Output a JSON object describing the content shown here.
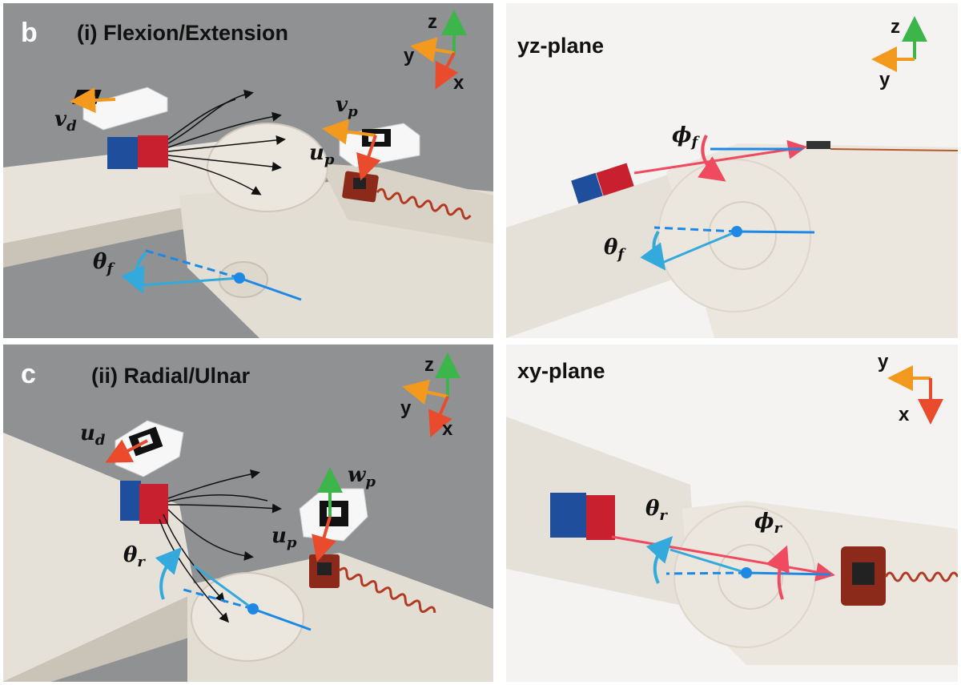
{
  "panel_b": {
    "letter": "b",
    "title": "(i) Flexion/Extension",
    "axes": {
      "z": "z",
      "y": "y",
      "x": "x"
    },
    "labels": {
      "v_d": {
        "sym": "v",
        "sub": "d"
      },
      "v_p": {
        "sym": "v",
        "sub": "p"
      },
      "u_p": {
        "sym": "u",
        "sub": "p"
      },
      "theta_f": {
        "sym": "θ",
        "sub": "f"
      }
    }
  },
  "panel_yz": {
    "title": "yz-plane",
    "axes": {
      "z": "z",
      "y": "y"
    },
    "labels": {
      "phi_f": {
        "sym": "ϕ",
        "sub": "f"
      },
      "theta_f": {
        "sym": "θ",
        "sub": "f"
      }
    }
  },
  "panel_c": {
    "letter": "c",
    "title": "(ii) Radial/Ulnar",
    "axes": {
      "z": "z",
      "y": "y",
      "x": "x"
    },
    "labels": {
      "u_d": {
        "sym": "u",
        "sub": "d"
      },
      "w_p": {
        "sym": "w",
        "sub": "p"
      },
      "u_p": {
        "sym": "u",
        "sub": "p"
      },
      "theta_r": {
        "sym": "θ",
        "sub": "r"
      }
    }
  },
  "panel_xy": {
    "title": "xy-plane",
    "axes": {
      "y": "y",
      "x": "x"
    },
    "labels": {
      "theta_r": {
        "sym": "θ",
        "sub": "r"
      },
      "phi_r": {
        "sym": "ϕ",
        "sub": "r"
      }
    }
  },
  "colors": {
    "gray_bg": "#8f9193",
    "finger": "#e6e1d8",
    "magnet_blue": "#1e4e9c",
    "magnet_red": "#c8202e",
    "axis_z": "#3cb54a",
    "axis_y": "#f39a1e",
    "axis_x": "#ea4b2c",
    "angle_blue": "#1e88e5",
    "angle_light": "#34a9dc",
    "field_red": "#ef4a5f",
    "pcb": "#8b2a1a"
  }
}
